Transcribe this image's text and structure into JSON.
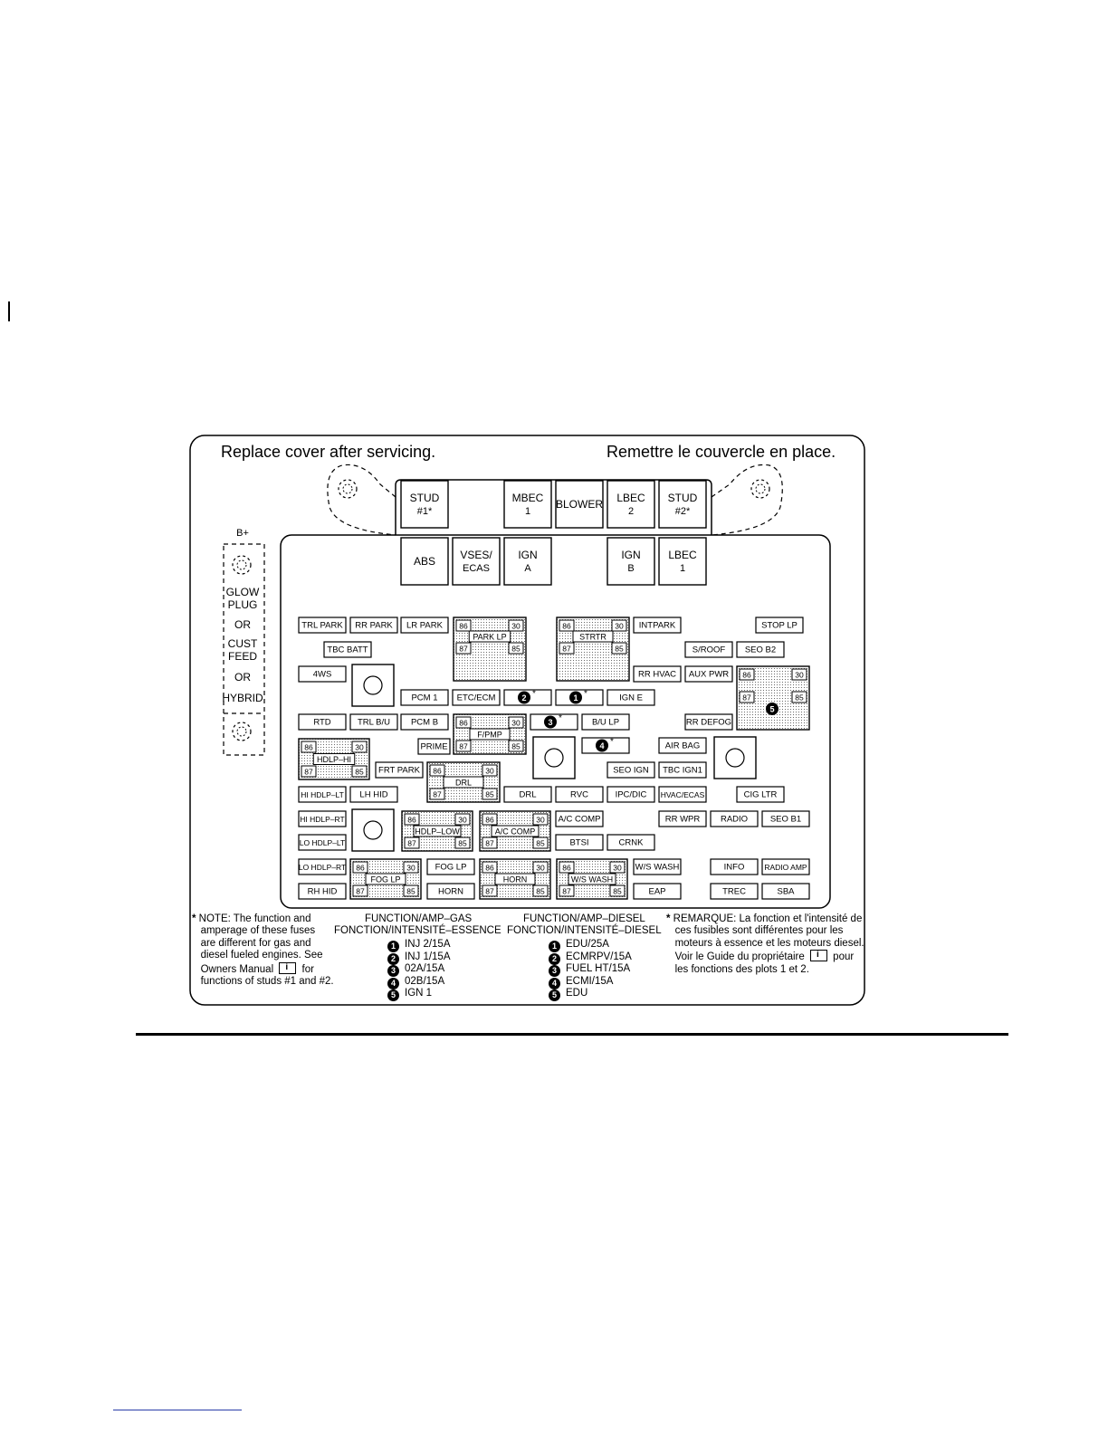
{
  "header": {
    "left": "Replace cover after servicing.",
    "right": "Remettre le couvercle en place."
  },
  "side_labels": {
    "bplus": "B+",
    "lines": [
      "GLOW",
      "PLUG",
      "OR",
      "CUST",
      "FEED",
      "OR",
      "HYBRID"
    ]
  },
  "top_fuses": [
    [
      "STUD",
      "#1*"
    ],
    [
      "MBEC",
      "1"
    ],
    [
      "BLOWER"
    ],
    [
      "LBEC",
      "2"
    ],
    [
      "STUD",
      "#2*"
    ],
    [
      "ABS"
    ],
    [
      "VSES/",
      "ECAS"
    ],
    [
      "IGN",
      "A"
    ],
    [
      "IGN",
      "B"
    ],
    [
      "LBEC",
      "1"
    ]
  ],
  "fuses": [
    "TRL PARK",
    "RR PARK",
    "LR PARK",
    "INTPARK",
    "STOP LP",
    "TBC BATT",
    "S/ROOF",
    "SEO B2",
    "4WS",
    "RR HVAC",
    "AUX PWR",
    "PCM 1",
    "ETC/ECM",
    "IGN E",
    "RTD",
    "TRL B/U",
    "PCM B",
    "B/U LP",
    "RR DEFOG",
    "PRIME",
    "AIR BAG",
    "FRT PARK",
    "SEO IGN",
    "TBC IGN1",
    "HI HDLP–LT",
    "LH HID",
    "DRL",
    "RVC",
    "IPC/DIC",
    "HVAC/ECAS",
    "CIG LTR",
    "HI HDLP–RT",
    "A/C COMP",
    "RR WPR",
    "RADIO",
    "SEO B1",
    "LO HDLP–LT",
    "BTSI",
    "CRNK",
    "LO HDLP–RT",
    "FOG LP",
    "W/S WASH",
    "INFO",
    "RADIO AMP",
    "RH HID",
    "HORN",
    "EAP",
    "TREC",
    "SBA"
  ],
  "relays": [
    {
      "name": "PARK LP",
      "pins": [
        "86",
        "30",
        "87",
        "85"
      ]
    },
    {
      "name": "STRTR",
      "pins": [
        "86",
        "30",
        "87",
        "85"
      ]
    },
    {
      "name": "F/PMP",
      "pins": [
        "86",
        "30",
        "87",
        "85"
      ]
    },
    {
      "name": "HDLP–HI",
      "pins": [
        "86",
        "30",
        "87",
        "85"
      ]
    },
    {
      "name": "DRL",
      "pins": [
        "86",
        "30",
        "87",
        "85"
      ]
    },
    {
      "name": "HDLP–LOW",
      "pins": [
        "86",
        "30",
        "87",
        "85"
      ]
    },
    {
      "name": "A/C COMP",
      "pins": [
        "86",
        "30",
        "87",
        "85"
      ]
    },
    {
      "name": "FOG LP",
      "pins": [
        "86",
        "30",
        "87",
        "85"
      ]
    },
    {
      "name": "HORN",
      "pins": [
        "86",
        "30",
        "87",
        "85"
      ]
    },
    {
      "name": "W/S WASH",
      "pins": [
        "86",
        "30",
        "87",
        "85"
      ]
    },
    {
      "name": "",
      "pins": [
        "86",
        "30",
        "87",
        "85"
      ]
    }
  ],
  "markers": [
    "1",
    "2",
    "3",
    "4",
    "5"
  ],
  "notes": {
    "note_en": [
      "NOTE:  The function and",
      "amperage of these fuses",
      "are different for gas and",
      "diesel fueled engines.  See",
      "Owners Manual",
      "for",
      "functions of studs #1 and #2."
    ],
    "gas_title": [
      "FUNCTION/AMP–GAS",
      "FONCTION/INTENSITÉ–ESSENCE"
    ],
    "gas_items": [
      "INJ 2/15A",
      "INJ 1/15A",
      "02A/15A",
      "02B/15A",
      "IGN 1"
    ],
    "diesel_title": [
      "FUNCTION/AMP–DIESEL",
      "FONCTION/INTENSITÉ–DIESEL"
    ],
    "diesel_items": [
      "EDU/25A",
      "ECMRPV/15A",
      "FUEL HT/15A",
      "ECMI/15A",
      "EDU"
    ],
    "note_fr": [
      "REMARQUE:  La fonction et l'intensité de",
      "ces fusibles sont différentes pour les",
      "moteurs à essence et les moteurs diesel.",
      "Voir le Guide du propriétaire",
      "pour",
      "les fonctions des plots 1 et 2."
    ]
  }
}
